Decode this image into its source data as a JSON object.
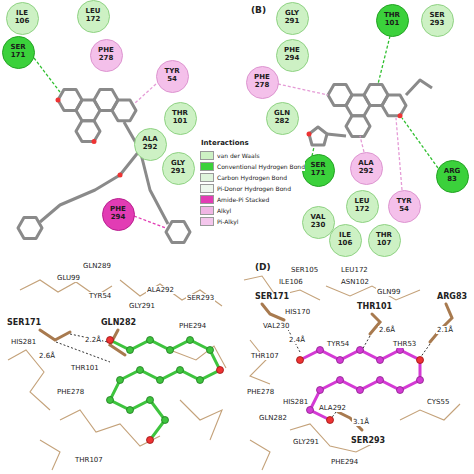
{
  "diagram": {
    "nodes": [
      {
        "text": [
          "ILE 106"
        ]
      },
      {
        "text": [
          "LEU 172"
        ]
      },
      {
        "text": [
          "SER 171"
        ]
      },
      {
        "text": [
          "PHE 278"
        ]
      },
      {
        "text": [
          "TYR 54"
        ]
      },
      {
        "text": [
          "THR 101"
        ]
      },
      {
        "text": [
          "ALA 292"
        ]
      },
      {
        "text": [
          "GLY 291"
        ]
      },
      {
        "text": [
          "PHE 294"
        ]
      },
      {
        "text": [
          "GLY 291"
        ]
      },
      {
        "text": [
          "PHE 294"
        ]
      },
      {
        "text": [
          "THR 101"
        ]
      },
      {
        "text": [
          "SER 293"
        ]
      },
      {
        "text": [
          "PHE 278"
        ]
      },
      {
        "text": [
          "GLN 282"
        ]
      },
      {
        "text": [
          "SER 171"
        ]
      },
      {
        "text": [
          "ALA 292"
        ]
      },
      {
        "text": [
          "ARG 83"
        ]
      },
      {
        "text": [
          "TYR 54"
        ]
      },
      {
        "text": [
          "LEU 172"
        ]
      },
      {
        "text": [
          "VAL 230"
        ]
      },
      {
        "text": [
          "ILE 106"
        ]
      },
      {
        "text": [
          "THR 107"
        ]
      }
    ],
    "labels": [
      "Interactions",
      "(B)",
      "GLN289",
      "GLU99",
      "TYR54",
      "ALA292",
      "GLY291",
      "SER293",
      "PHE294",
      "SER171",
      "HIS281",
      "GLN282",
      "2.2Å",
      "2.6Å",
      "THR101",
      "PHE278",
      "THR107",
      "(D)",
      "SER105",
      "LEU172",
      "ILE106",
      "ASN102",
      "GLN99",
      "SER171",
      "THR101",
      "ARG83",
      "HIS170",
      "VAL230",
      "2.4Å",
      "2.6Å",
      "2.1Å",
      "THR107",
      "TYR54",
      "THR53",
      "PHE278",
      "HIS281",
      "CYS55",
      "ALA292",
      "GLN282",
      "3.1Å",
      "GLY291",
      "SER293",
      "PHE294"
    ],
    "legend": [
      {
        "text": "van der Waals",
        "color": "#cdf1c4"
      },
      {
        "text": "Conventional Hydrogen Bond",
        "color": "#3bd13b"
      },
      {
        "text": "Carbon Hydrogen Bond",
        "color": "#dff4dc"
      },
      {
        "text": "Pi-Donor Hydrogen Bond",
        "color": "#eef8ee"
      },
      {
        "text": "Amide-Pi Stacked",
        "color": "#e23cb4"
      },
      {
        "text": "Alkyl",
        "color": "#f0b6e4"
      },
      {
        "text": "Pi-Alkyl",
        "color": "#f4c6ec"
      }
    ]
  }
}
